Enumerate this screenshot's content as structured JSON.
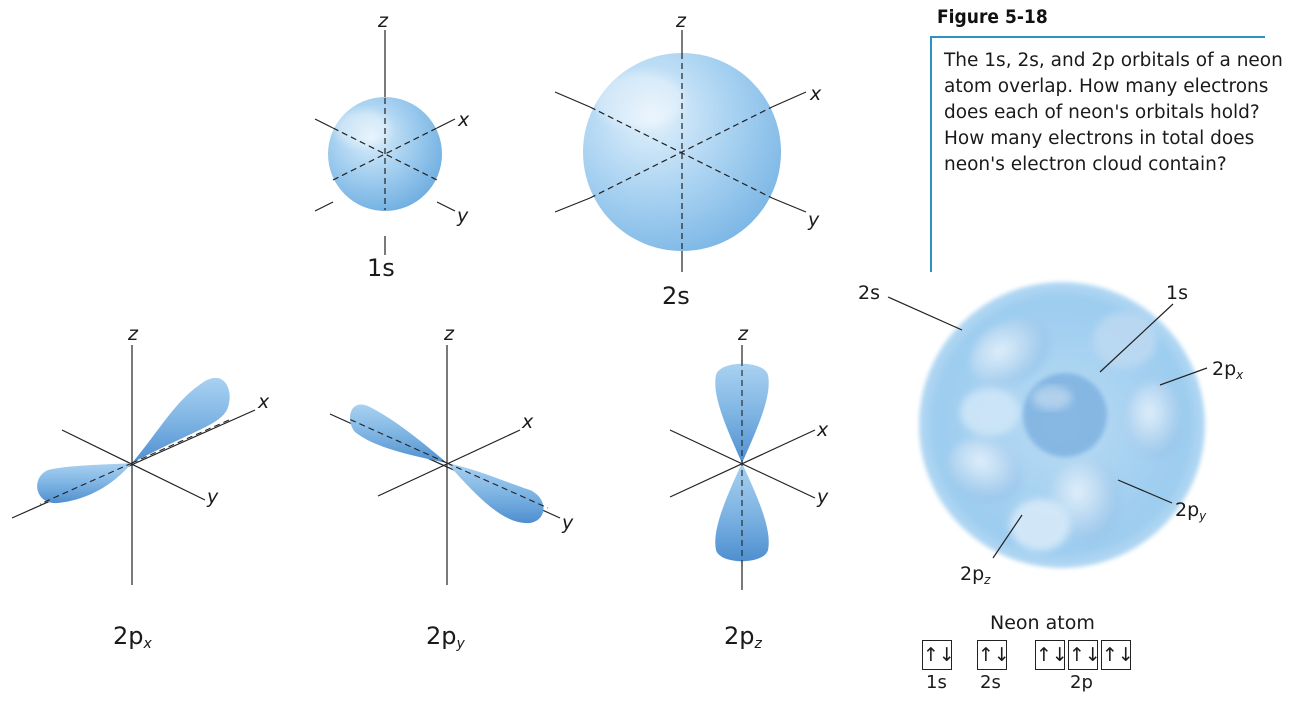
{
  "figure": {
    "title": "Figure 5-18",
    "caption": "The 1s, 2s, and 2p orbitals of a neon atom overlap. How many electrons does each of neon's orbitals hold? How many electrons in total does neon's electron cloud contain?"
  },
  "axes": {
    "x": "x",
    "y": "y",
    "z": "z"
  },
  "orbitals": {
    "s1": {
      "label": "1s"
    },
    "s2": {
      "label": "2s"
    },
    "px": {
      "base": "2p",
      "sub": "x"
    },
    "py": {
      "base": "2p",
      "sub": "y"
    },
    "pz": {
      "base": "2p",
      "sub": "z"
    }
  },
  "neon": {
    "labels": {
      "s2": "2s",
      "s1": "1s",
      "px_base": "2p",
      "px_sub": "x",
      "py_base": "2p",
      "py_sub": "y",
      "pz_base": "2p",
      "pz_sub": "z"
    },
    "config": {
      "title": "Neon atom",
      "boxes": [
        "↑↓",
        "↑↓",
        "↑↓",
        "↑↓",
        "↑↓"
      ],
      "labels": [
        "1s",
        "2s",
        "2p"
      ]
    }
  },
  "colors": {
    "orbital": "#7fb7e3",
    "caption_border": "#2c92c6"
  }
}
